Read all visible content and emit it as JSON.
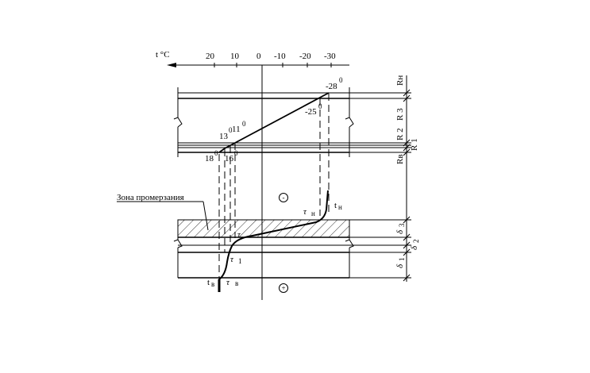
{
  "axis": {
    "label": "t °C",
    "ticks": [
      "20",
      "10",
      "0",
      "-10",
      "-20",
      "-30"
    ]
  },
  "upper_values": {
    "t_top": "-28",
    "t_mid": "-25",
    "t_13": "13",
    "t_11": "11",
    "t_18": "18",
    "t_16": "16",
    "deg": "0"
  },
  "resistances": {
    "r_n": "Rн",
    "r_3": "R 3",
    "r_2": "R 2",
    "r_1": "R 1",
    "r_v": "Rв"
  },
  "zone_label": "Зона промерзания",
  "signs": {
    "minus": "-",
    "plus": "+"
  },
  "lower_labels": {
    "t_n": "t",
    "t_n_sub": "н",
    "tau_n": "τ",
    "tau_n_sub": "н",
    "tau": "τ",
    "tau_1": "τ",
    "tau_1_sub": "1",
    "t_v": "t",
    "t_v_sub": "в",
    "tau_v": "τ",
    "tau_v_sub": "в"
  },
  "thicknesses": {
    "d3": "δ",
    "d3_sub": "3",
    "d2": "δ",
    "d2_sub": "2",
    "d1": "δ",
    "d1_sub": "1"
  }
}
